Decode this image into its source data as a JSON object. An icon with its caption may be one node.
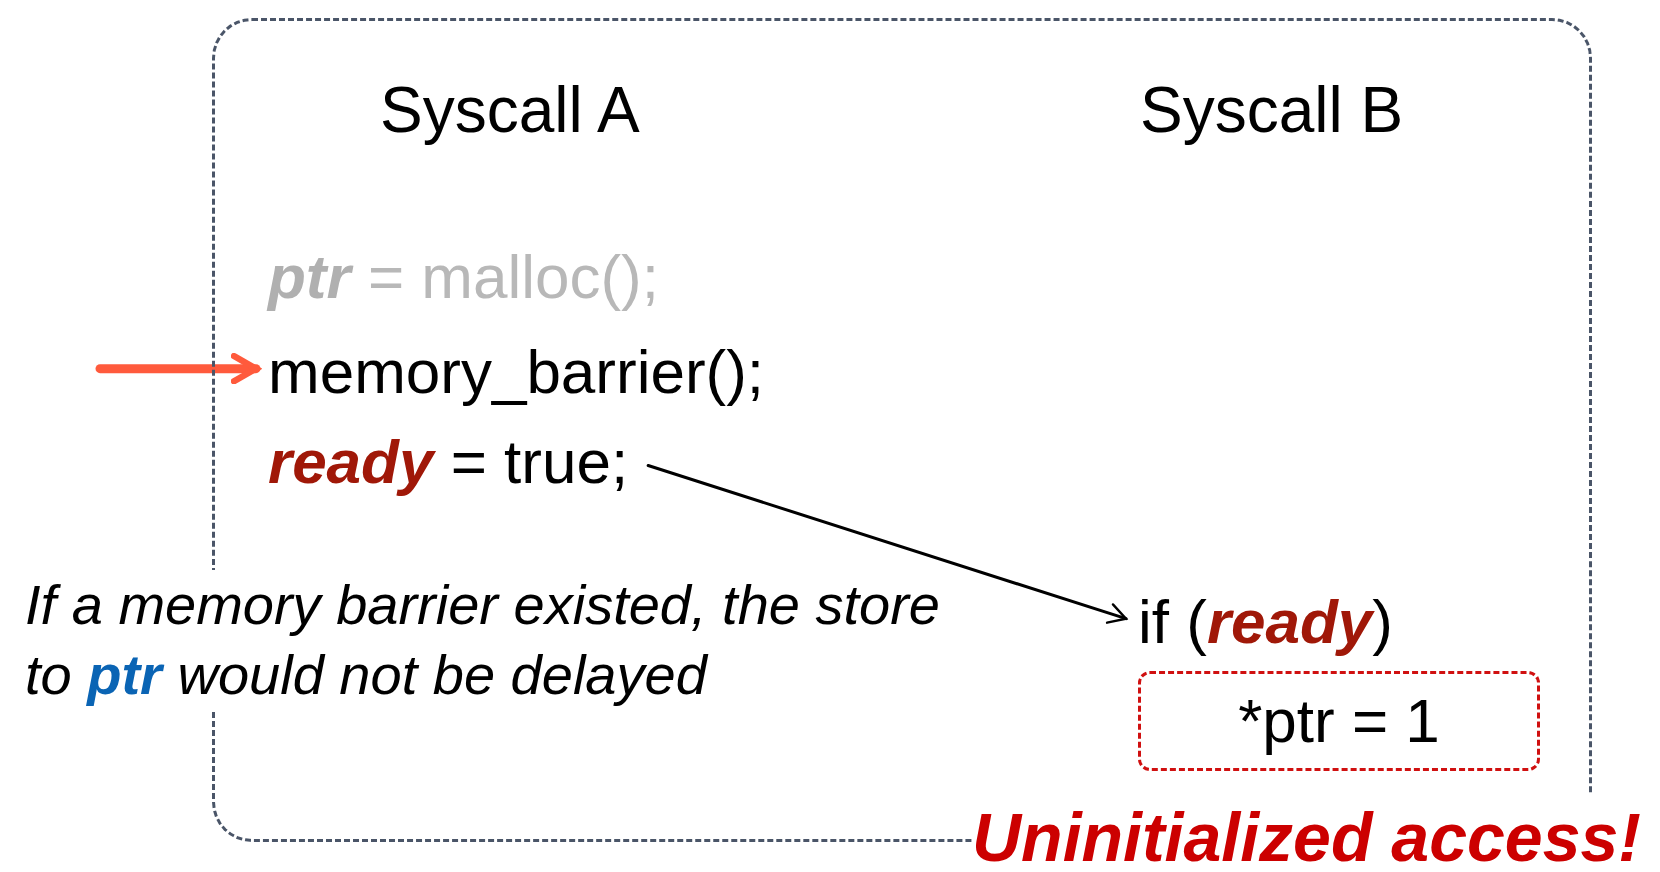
{
  "diagram": {
    "nodes": [
      {
        "text": [],
        "shape": "box"
      },
      {
        "text": [
          "**ptr** = malloc();"
        ],
        "in": 0
      },
      {
        "text": [
          "memory_barrier();"
        ],
        "in": 0
      },
      {
        "text": [
          "**ready** = true;"
        ],
        "in": 0
      },
      {
        "text": [
          "if (**ready**)"
        ],
        "in": 0
      },
      {
        "text": [
          "*ptr = 1"
        ],
        "in": 0
      }
    ],
    "edges": [
      {
        "from": 3,
        "to": 4,
        "arrow": "to"
      },
      {
        "from": null,
        "to": 2,
        "arrow": "to",
        "style": "thick",
        "color": "#ff5a3c"
      }
    ],
    "labels": [
      "Syscall A",
      "Syscall B",
      "If a memory barrier existed, the store to **ptr** would not be delayed",
      "Uninitialized access!"
    ]
  }
}
